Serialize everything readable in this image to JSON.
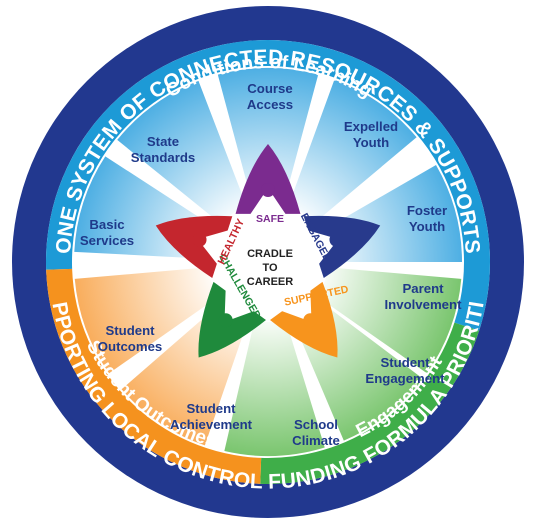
{
  "outer_ring": {
    "top": "ONE SYSTEM OF CONNECTED RESOURCES & SUPPORTS",
    "bottom": "SUPPORTING LOCAL CONTROL FUNDING FORMULA PRIORITIES",
    "color": "#22388f"
  },
  "bands": {
    "conditions": {
      "label": "Conditions of Learning",
      "color": "#1d9ad6"
    },
    "outcomes": {
      "label": "Student Outcomes",
      "color": "#f5921e"
    },
    "engagement": {
      "label": "Engagement",
      "color": "#3fae49"
    }
  },
  "segments": [
    {
      "lines": [
        "Course",
        "Access"
      ]
    },
    {
      "lines": [
        "Expelled",
        "Youth"
      ]
    },
    {
      "lines": [
        "Foster",
        "Youth"
      ]
    },
    {
      "lines": [
        "Parent",
        "Involvement"
      ]
    },
    {
      "lines": [
        "Student",
        "Engagement"
      ]
    },
    {
      "lines": [
        "School",
        "Climate"
      ]
    },
    {
      "lines": [
        "Student",
        "Achievement"
      ]
    },
    {
      "lines": [
        "Student",
        "Outcomes"
      ]
    },
    {
      "lines": [
        "Basic",
        "Services"
      ]
    },
    {
      "lines": [
        "State",
        "Standards"
      ]
    }
  ],
  "center": {
    "lines": [
      "CRADLE",
      "TO",
      "CAREER"
    ]
  },
  "star_words": {
    "safe": "SAFE",
    "engaged": "ENGAGED",
    "supported": "SUPPORTED",
    "challenged": "CHALLENGED",
    "healthy": "HEALTHY"
  },
  "colors": {
    "text_blue": "#1f3a8a",
    "purple": "#7b2b8f",
    "navy": "#283a8c",
    "orange": "#f7941d",
    "green": "#1f8a3c",
    "red": "#c4262e"
  }
}
